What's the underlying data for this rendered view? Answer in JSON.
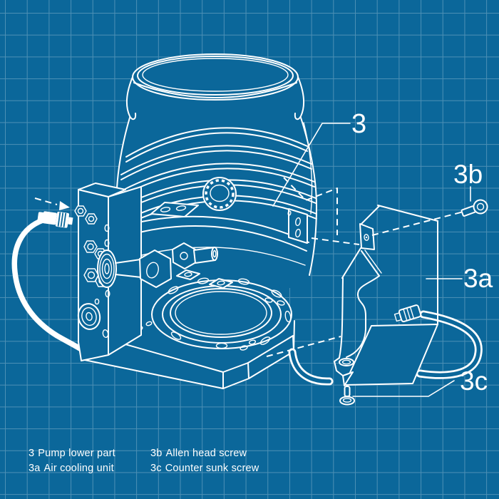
{
  "scene": {
    "background": "#0B679A",
    "grid_line": "#4D90B5",
    "line": "#FFFFFF"
  },
  "callouts": {
    "c3": {
      "label": "3"
    },
    "c3a": {
      "label": "3a"
    },
    "c3b": {
      "label": "3b"
    },
    "c3c": {
      "label": "3c"
    }
  },
  "legend": {
    "col1": [
      {
        "ref": "3",
        "text": "Pump lower part"
      },
      {
        "ref": "3a",
        "text": "Air cooling unit"
      }
    ],
    "col2": [
      {
        "ref": "3b",
        "text": "Allen head screw"
      },
      {
        "ref": "3c",
        "text": "Counter sunk screw"
      }
    ]
  }
}
